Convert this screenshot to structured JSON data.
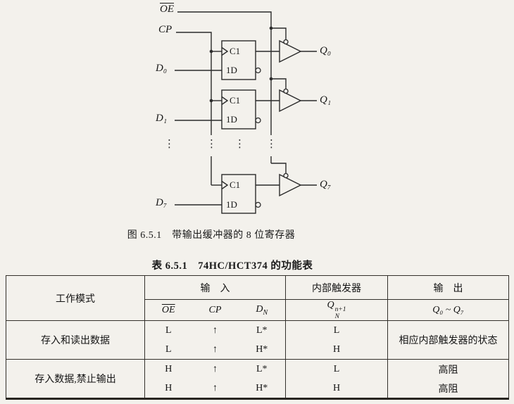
{
  "figure": {
    "caption": "图 6.5.1　带输出缓冲器的 8 位寄存器",
    "labels": {
      "oe": "OE",
      "cp": "CP",
      "d0": "D₀",
      "d1": "D₁",
      "d7": "D₇",
      "q0": "Q₀",
      "q1": "Q₁",
      "q7": "Q₇",
      "clock": "C1",
      "data": "1D",
      "ellipsis": "⋮"
    }
  },
  "table": {
    "title": "表 6.5.1　74HC/HCT374 的功能表",
    "header": {
      "mode": "工作模式",
      "input_group": "输　入",
      "internal_ff": "内部触发器",
      "output_group": "输　出",
      "col_oe": "OE",
      "col_cp": "CP",
      "col_d_base": "D",
      "col_d_sub": "N",
      "col_q_base": "Q",
      "col_q_sup": "n+1",
      "col_q_sub": "N",
      "col_q_range": "Q₀ ~ Q₇"
    },
    "groups": [
      {
        "mode": "存入和读出数据",
        "rows": [
          {
            "oe": "L",
            "cp": "↑",
            "d": "L*",
            "q": "L"
          },
          {
            "oe": "L",
            "cp": "↑",
            "d": "H*",
            "q": "H"
          }
        ],
        "output": "相应内部触发器的状态"
      },
      {
        "mode": "存入数据,禁止输出",
        "rows": [
          {
            "oe": "H",
            "cp": "↑",
            "d": "L*",
            "q": "L",
            "out": "高阻"
          },
          {
            "oe": "H",
            "cp": "↑",
            "d": "H*",
            "q": "H",
            "out": "高阻"
          }
        ]
      }
    ]
  }
}
